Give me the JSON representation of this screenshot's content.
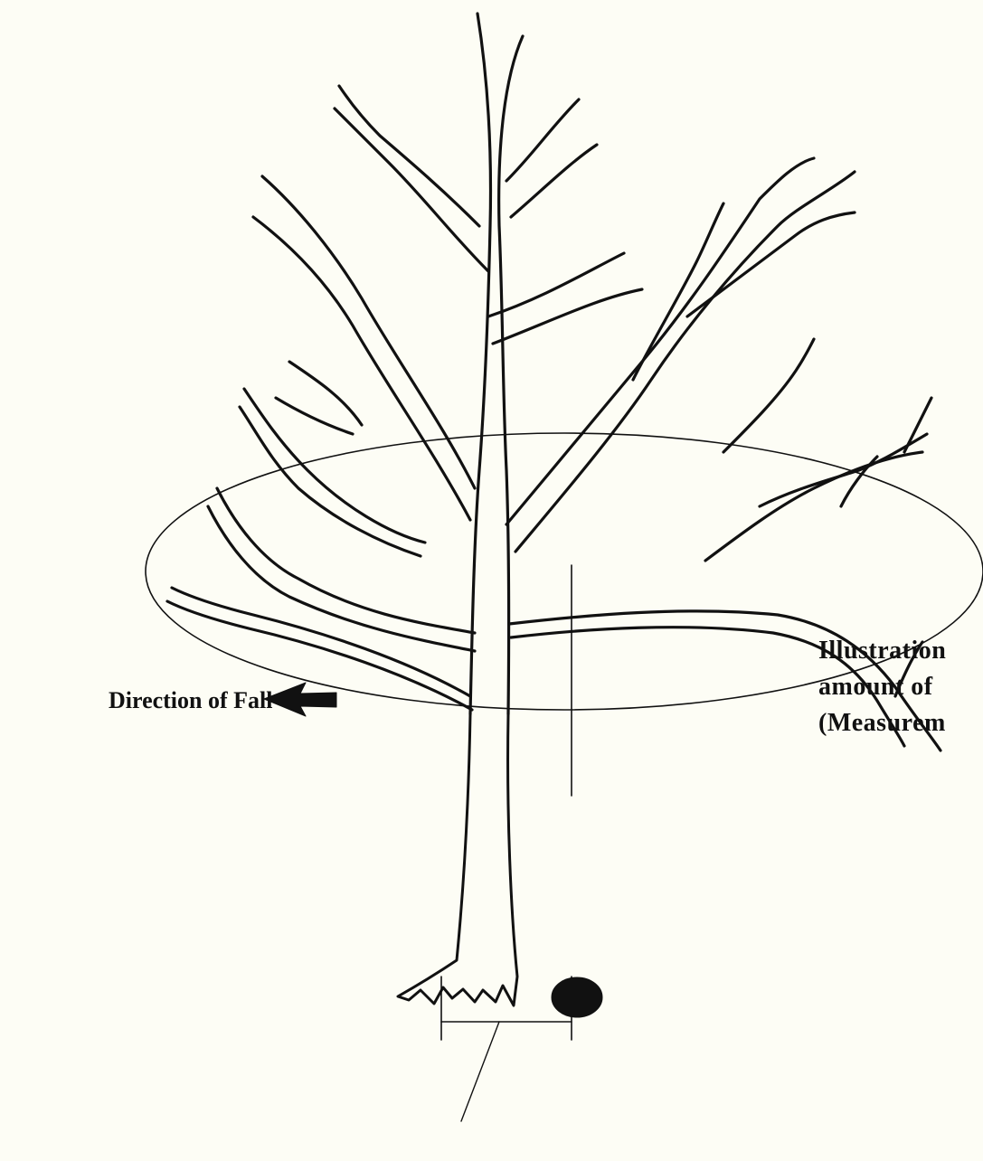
{
  "direction_label": "Direction of Fall",
  "caption_lines": [
    "Illustration",
    "amount of",
    "(Measurem"
  ],
  "colors": {
    "background": "#fdfdf5",
    "ink": "#111111"
  },
  "icons": {
    "direction_arrow": "left-arrow-icon",
    "target_marker": "filled-ellipse-marker"
  }
}
